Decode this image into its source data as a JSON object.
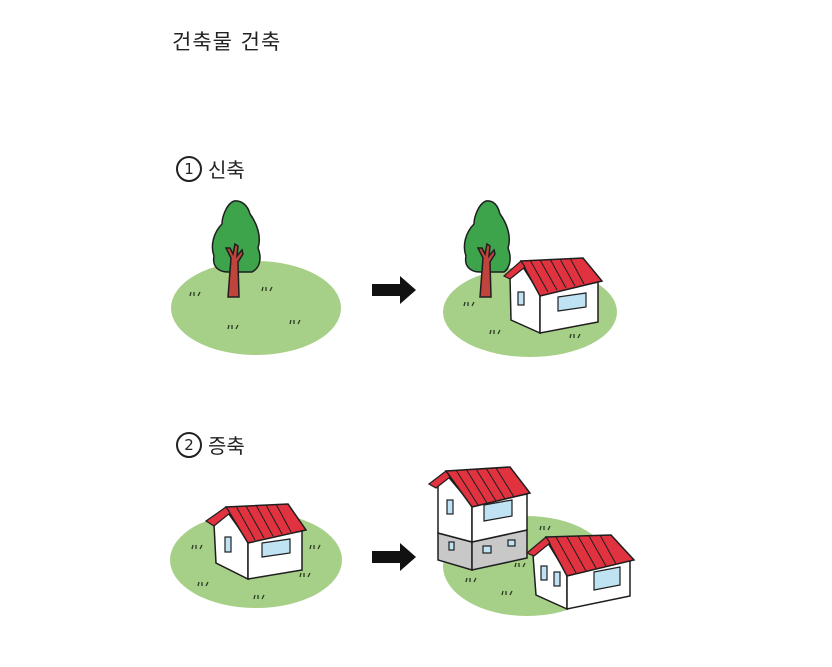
{
  "title": "건축물 건축",
  "sections": [
    {
      "number": "1",
      "label": "신축",
      "before": "tree-on-grass",
      "after": "tree-and-house-on-grass"
    },
    {
      "number": "2",
      "label": "증축",
      "before": "house-on-grass",
      "after": "two-story-house-and-new-house"
    }
  ],
  "colors": {
    "grass": "#a6cf87",
    "tree_leaves": "#3da44c",
    "trunk": "#c0443c",
    "roof": "#e1323f",
    "wall": "#ffffff",
    "wall_shade": "#c8c8c8",
    "window": "#bfe3f3",
    "outline": "#1e1e1e"
  },
  "arrow_icon": "right-arrow-icon"
}
